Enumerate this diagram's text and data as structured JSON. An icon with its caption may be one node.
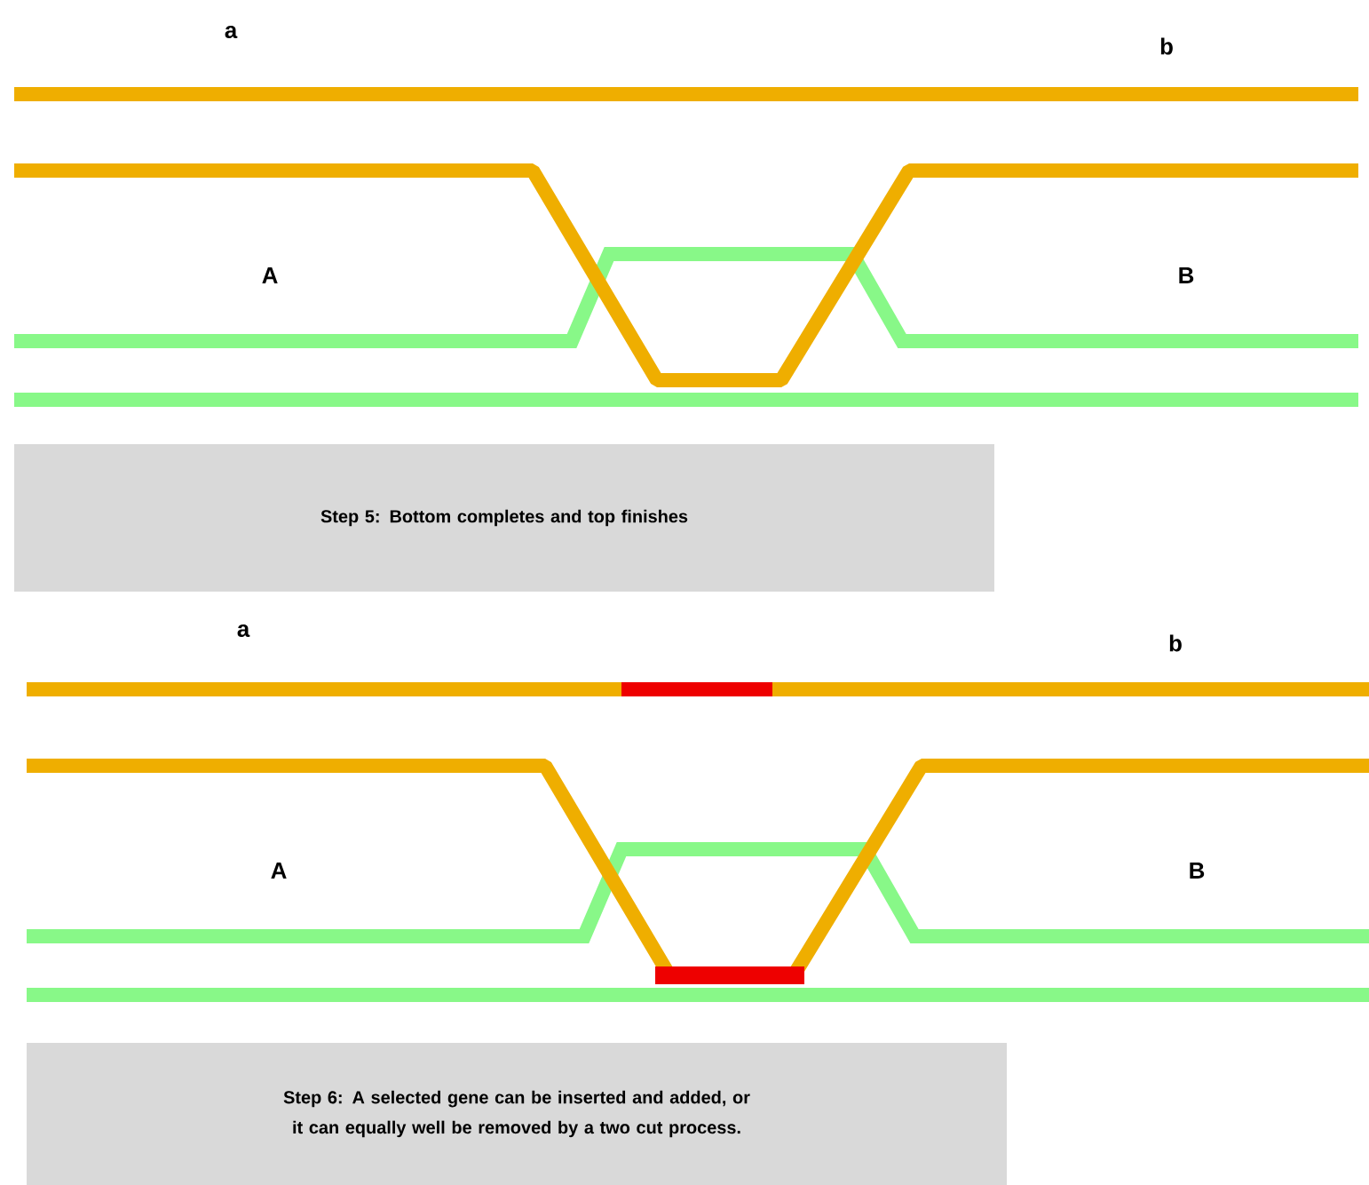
{
  "diagram": {
    "nodes": [
      {
        "text": [
          "Step 5: Bottom completes and top finishes"
        ]
      },
      {
        "text": [
          "Step 6: A selected gene can be inserted and added, or it can equally well be removed by a two cut process."
        ]
      }
    ],
    "labels": [
      "a",
      "b",
      "A",
      "B",
      "a",
      "b",
      "A",
      "B"
    ]
  }
}
